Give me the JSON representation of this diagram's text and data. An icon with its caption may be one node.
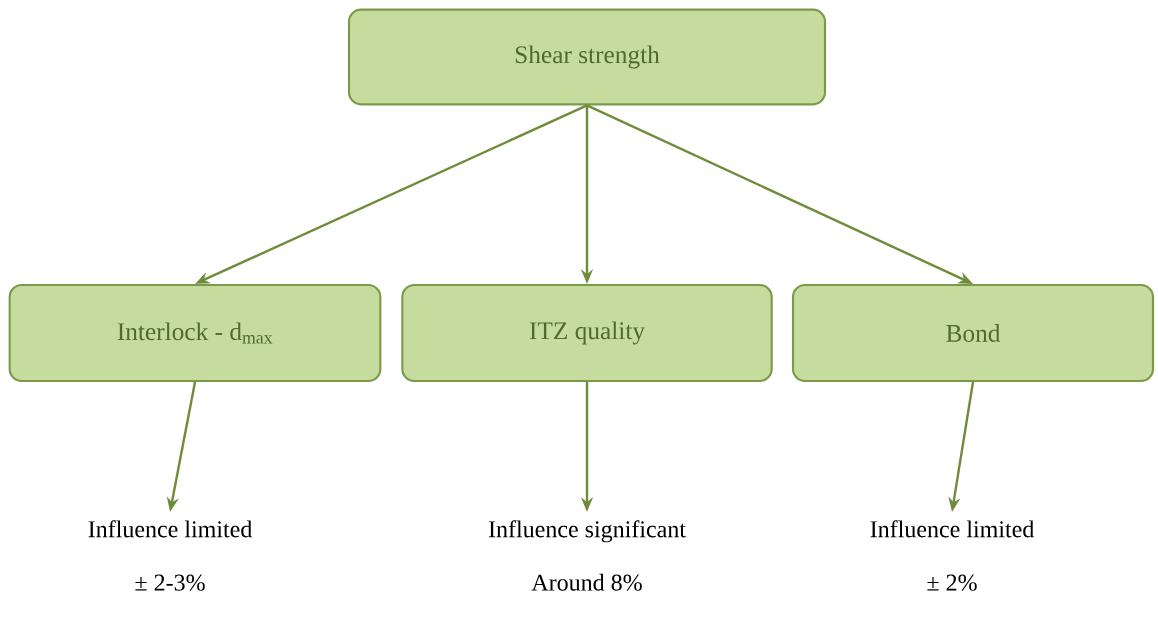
{
  "diagram": {
    "nodes": [
      {
        "text": [
          "Shear strength"
        ]
      },
      {
        "text": [
          "Interlock - d$_{max}$"
        ]
      },
      {
        "text": [
          "ITZ quality"
        ]
      },
      {
        "text": [
          "Bond"
        ]
      },
      {
        "text": [
          "Influence limited",
          "± 2-3%"
        ]
      },
      {
        "text": [
          "Influence significant",
          "Around  8%"
        ]
      },
      {
        "text": [
          "Influence limited",
          "± 2%"
        ]
      }
    ],
    "edges": [
      {
        "from": 0,
        "to": 1,
        "arrow": "to"
      },
      {
        "from": 0,
        "to": 2,
        "arrow": "to"
      },
      {
        "from": 0,
        "to": 3,
        "arrow": "to"
      },
      {
        "from": 1,
        "to": 4,
        "arrow": "to"
      },
      {
        "from": 2,
        "to": 5,
        "arrow": "to"
      },
      {
        "from": 3,
        "to": 6,
        "arrow": "to"
      }
    ]
  }
}
